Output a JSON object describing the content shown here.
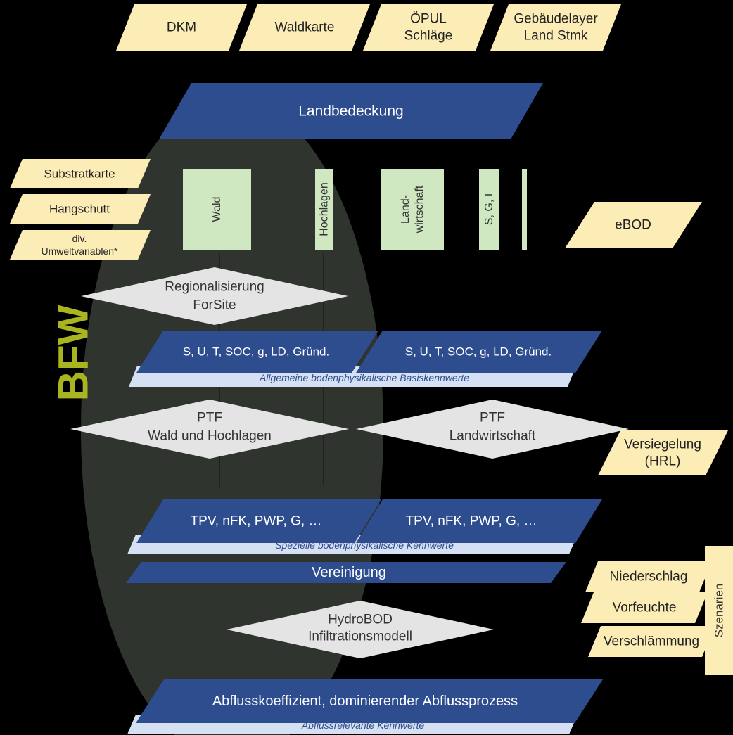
{
  "colors": {
    "background": "#000000",
    "input_fill": "#FBEDB5",
    "process_blue": "#2E4D8F",
    "result_light": "#D5E0F2",
    "landclass_green": "#CFE8C2",
    "decision_grey": "#E4E4E4",
    "ellipse_fill": "#2F342F",
    "logo_yellow": "#A9B51E"
  },
  "logo_text": "BFW",
  "top_inputs": [
    {
      "lines": [
        "DKM"
      ]
    },
    {
      "lines": [
        "Waldkarte"
      ]
    },
    {
      "lines": [
        "ÖPUL",
        "Schläge"
      ]
    },
    {
      "lines": [
        "Gebäudelayer",
        "Land Stmk"
      ]
    }
  ],
  "landbedeckung": "Landbedeckung",
  "left_inputs": [
    {
      "lines": [
        "Substratkarte"
      ]
    },
    {
      "lines": [
        "Hangschutt"
      ]
    },
    {
      "lines": [
        "div.",
        "Umweltvariablen*"
      ]
    }
  ],
  "land_classes": [
    {
      "lines": [
        "Wald"
      ]
    },
    {
      "lines": [
        "Hochlagen"
      ]
    },
    {
      "lines": [
        "Land-",
        "wirtschaft"
      ]
    },
    {
      "lines": [
        "S, G, I"
      ]
    },
    {
      "lines": [
        ""
      ]
    }
  ],
  "ebod": "eBOD",
  "regionalisierung": {
    "lines": [
      "Regionalisierung",
      "ForSite"
    ]
  },
  "basis": {
    "left": "S, U, T, SOC, g, LD, Gründ.",
    "right": "S, U, T, SOC, g, LD, Gründ.",
    "caption": "Allgemeine bodenphysikalische Basiskennwerte"
  },
  "ptf_wald": {
    "lines": [
      "PTF",
      "Wald und Hochlagen"
    ]
  },
  "ptf_land": {
    "lines": [
      "PTF",
      "Landwirtschaft"
    ]
  },
  "versiegelung": {
    "lines": [
      "Versiegelung",
      "(HRL)"
    ]
  },
  "speziell": {
    "left": "TPV, nFK, PWP, G, …",
    "right": "TPV, nFK, PWP, G, …",
    "caption": "Spezielle bodenphysikalische Kennwerte"
  },
  "vereinigung": "Vereinigung",
  "hydrobod": {
    "lines": [
      "HydroBOD",
      "Infiltrationsmodell"
    ]
  },
  "scenario_inputs": [
    {
      "lines": [
        "Niederschlag"
      ]
    },
    {
      "lines": [
        "Vorfeuchte"
      ]
    },
    {
      "lines": [
        "Verschlämmung"
      ]
    }
  ],
  "szenarien": "Szenarien",
  "abfluss": {
    "title": "Abflusskoeffizient, dominierender Abflussprozess",
    "caption": "Abflussrelevante Kennwerte"
  }
}
